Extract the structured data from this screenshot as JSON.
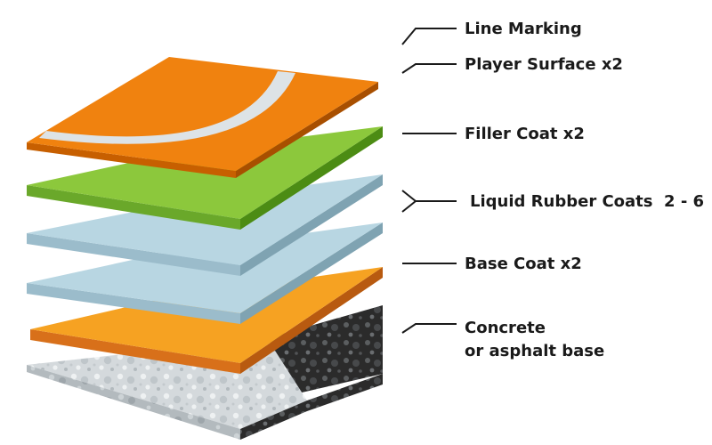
{
  "diagram": {
    "colors": {
      "orange_top": "#f0820f",
      "orange_side": "#c75f00",
      "white_arc": "#dde3e6",
      "green_top": "#8cc83c",
      "green_side": "#4c8c14",
      "blue_top": "#b8d6e2",
      "blue_side": "#7fa3b2",
      "amber_top": "#f6a222",
      "amber_side": "#d8701a",
      "concrete_top": "#d4d9dc",
      "concrete_side": "#aeb5b9",
      "asphalt": "#2b2b2b",
      "label": "#1a1a1a"
    },
    "labels": {
      "line_marking": "Line Marking",
      "player_surface": "Player Surface x2",
      "filler_coat": "Filler Coat x2",
      "liquid_rubber": "Liquid Rubber Coats  2 - 6",
      "base_coat": "Base Coat x2",
      "concrete_line1": "Concrete",
      "concrete_line2": "or asphalt base"
    }
  }
}
